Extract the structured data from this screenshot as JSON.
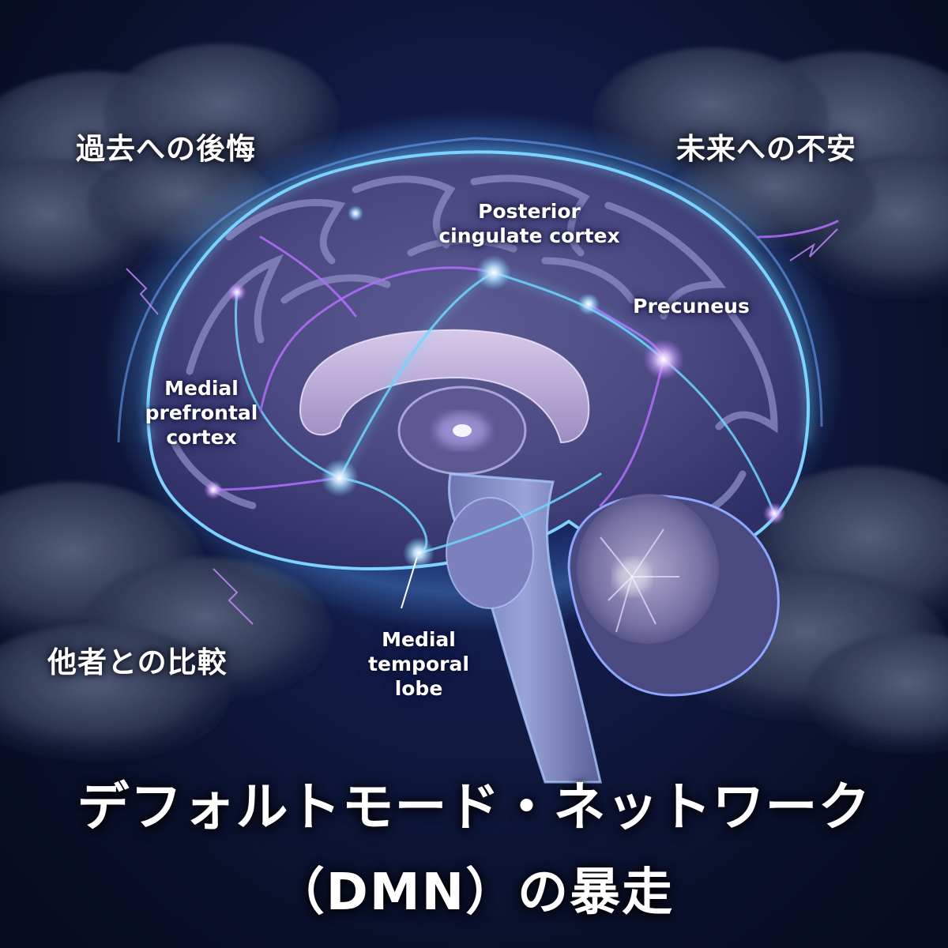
{
  "worries": {
    "past_regret": "過去への後悔",
    "future_anxiety": "未来への不安",
    "comparison": "他者との比較"
  },
  "regions": {
    "posterior_cingulate": "Posterior\ncingulate cortex",
    "precuneus": "Precuneus",
    "medial_prefrontal": "Medial\nprefrontal\ncortex",
    "medial_temporal": "Medial\ntemporal\nlobe"
  },
  "title": {
    "line1": "デフォルトモード・ネットワーク",
    "line2": "（DMN）の暴走"
  },
  "colors": {
    "background": "#0a1029",
    "glow_cyan": "#6fd6ff",
    "glow_violet": "#b56cff",
    "brain_fill": "#5a5a8e",
    "cloud": "#3a4560"
  }
}
